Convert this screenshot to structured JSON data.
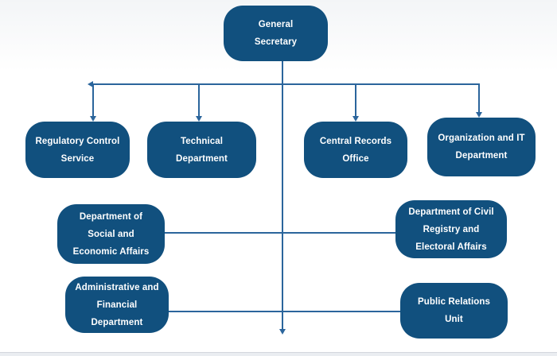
{
  "diagram": {
    "type": "org-chart",
    "title": "General Secretary organizational chart",
    "nodes": [
      {
        "id": "general-secretary",
        "label": "General\nSecretary",
        "level": 1
      },
      {
        "id": "regulatory-control-service",
        "label": "Regulatory Control\nService",
        "level": 2
      },
      {
        "id": "technical-department",
        "label": "Technical\nDepartment",
        "level": 2
      },
      {
        "id": "central-records-office",
        "label": "Central Records\nOffice",
        "level": 2
      },
      {
        "id": "organization-and-it-department",
        "label": "Organization and IT\nDepartment",
        "level": 2
      },
      {
        "id": "department-of-social-and-economic-affairs",
        "label": "Department of\nSocial and\nEconomic Affairs",
        "level": 3
      },
      {
        "id": "department-of-civil-registry-and-electoral-affairs",
        "label": "Department of Civil\nRegistry and\nElectoral Affairs",
        "level": 3
      },
      {
        "id": "administrative-and-financial-department",
        "label": "Administrative and\nFinancial\nDepartment",
        "level": 4
      },
      {
        "id": "public-relations-unit",
        "label": "Public Relations\nUnit",
        "level": 4
      }
    ],
    "edges": [
      {
        "from": "general-secretary",
        "to": "regulatory-control-service"
      },
      {
        "from": "general-secretary",
        "to": "technical-department"
      },
      {
        "from": "general-secretary",
        "to": "central-records-office"
      },
      {
        "from": "general-secretary",
        "to": "organization-and-it-department"
      },
      {
        "from": "general-secretary",
        "to": "department-of-social-and-economic-affairs"
      },
      {
        "from": "general-secretary",
        "to": "department-of-civil-registry-and-electoral-affairs"
      },
      {
        "from": "general-secretary",
        "to": "administrative-and-financial-department"
      },
      {
        "from": "general-secretary",
        "to": "public-relations-unit"
      }
    ]
  },
  "colors": {
    "node_fill": "#11507E",
    "node_text": "#FFFFFF",
    "connector": "#2B659C",
    "background_top": "#F3F5F7",
    "footer_strip": "#EAEDF1",
    "footer_border": "#D3D7DD"
  }
}
